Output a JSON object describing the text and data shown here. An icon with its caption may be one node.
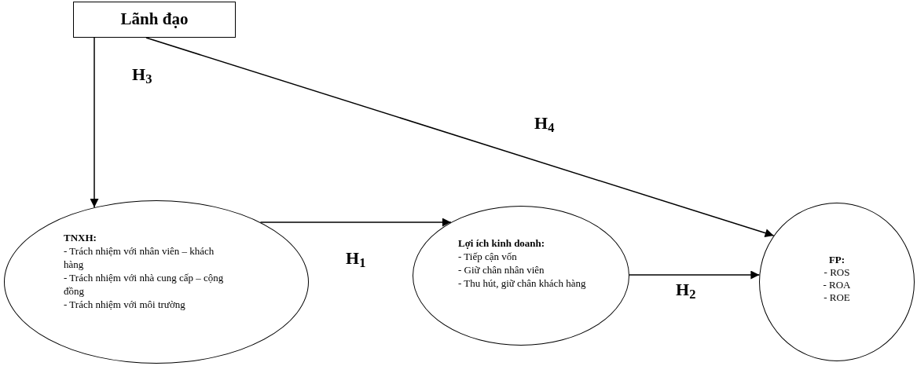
{
  "diagram": {
    "nodes": [
      {
        "text": [
          "Lãnh đạo"
        ]
      },
      {
        "text": [
          "TNXH:",
          "- Trách nhiệm với nhân viên – khách hàng",
          "- Trách nhiệm với nhà cung cấp – cộng đồng",
          "- Trách nhiệm với môi trường"
        ]
      },
      {
        "text": [
          "Lợi ích kinh doanh:",
          "- Tiếp cận vốn",
          "- Giữ chân nhân viên",
          "- Thu hút, giữ chân khách hàng"
        ]
      },
      {
        "text": [
          "FP:",
          "- ROS",
          "- ROA",
          "- ROE"
        ]
      }
    ],
    "edges": [
      {
        "from": 0,
        "to": 1,
        "arrow": "to",
        "label": "H$_{3}$"
      },
      {
        "from": 0,
        "to": 3,
        "arrow": "to",
        "label": "H$_{4}$"
      },
      {
        "from": 1,
        "to": 2,
        "arrow": "to",
        "label": "H$_{1}$"
      },
      {
        "from": 2,
        "to": 3,
        "arrow": "to",
        "label": "H$_{2}$"
      }
    ]
  }
}
